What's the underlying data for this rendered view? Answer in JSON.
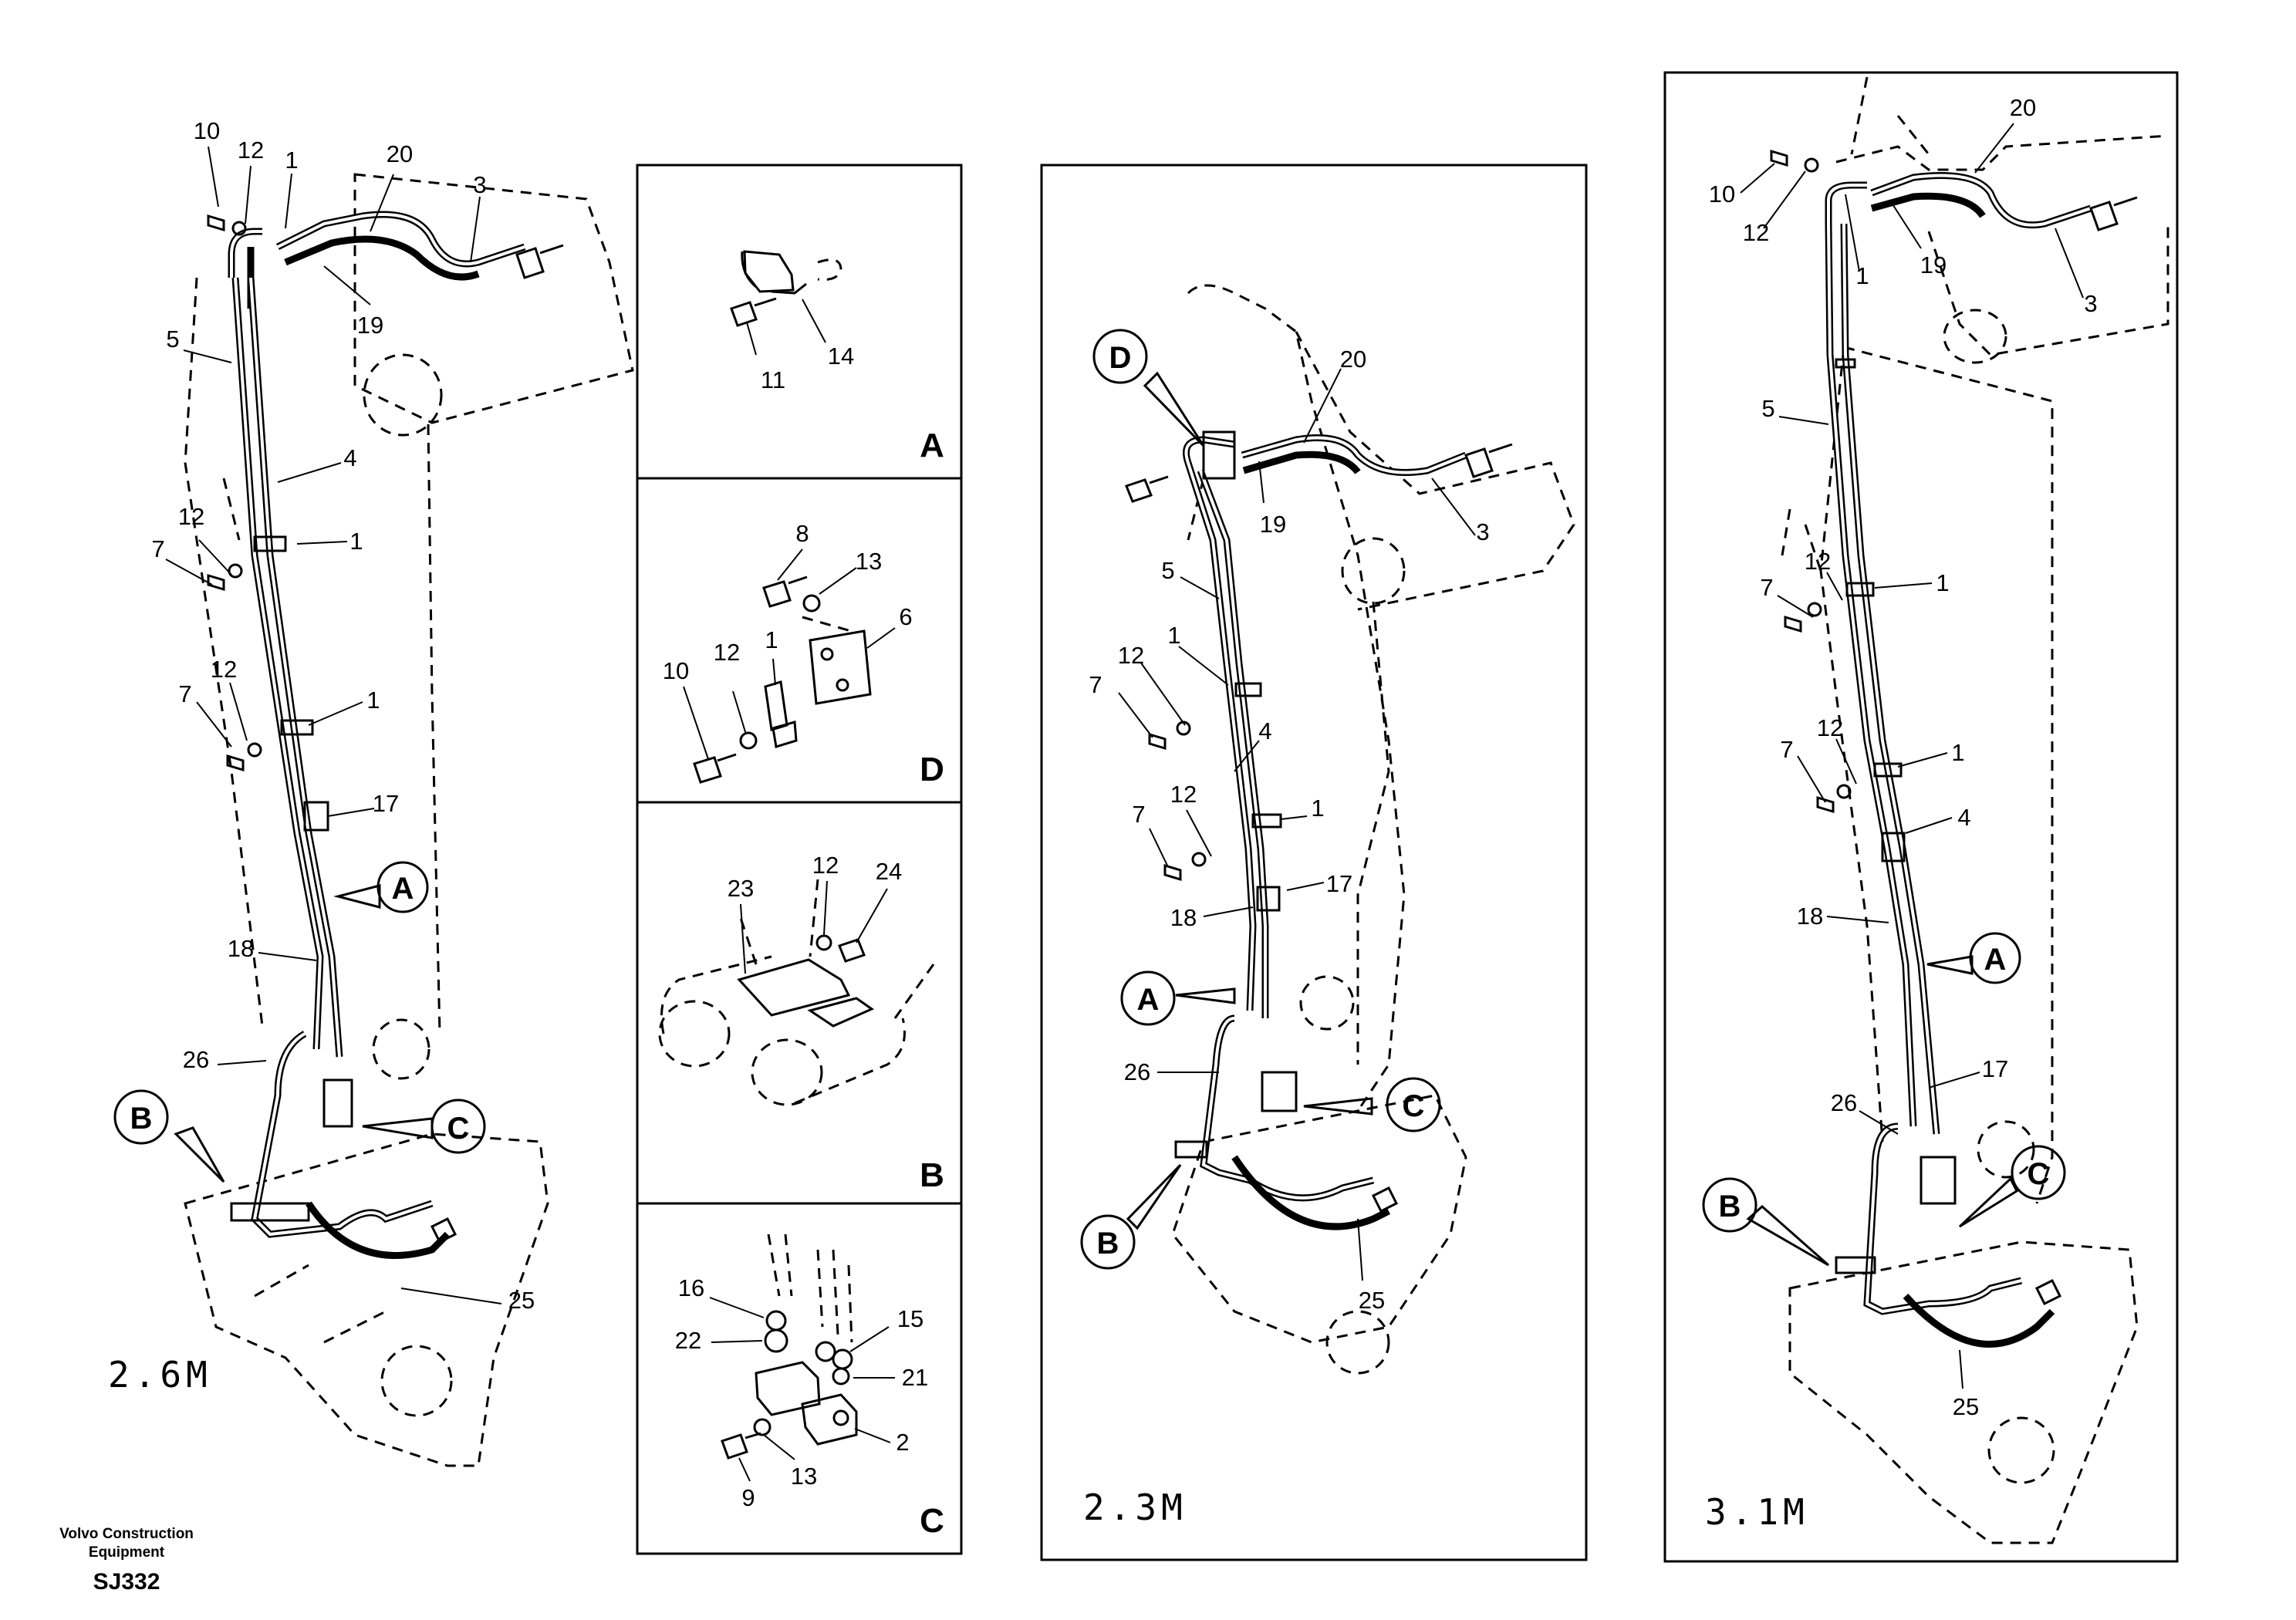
{
  "views": {
    "v26": {
      "model": "2.6M",
      "callouts": {
        "A": "A",
        "B": "B",
        "C": "C"
      },
      "parts": [
        "10",
        "12",
        "1",
        "20",
        "3",
        "19",
        "5",
        "4",
        "12",
        "7",
        "1",
        "12",
        "7",
        "1",
        "17",
        "18",
        "26",
        "25"
      ]
    },
    "v23": {
      "model": "2.3M",
      "callouts": {
        "D": "D",
        "A": "A",
        "B": "B",
        "C": "C"
      },
      "parts": [
        "20",
        "19",
        "3",
        "5",
        "1",
        "12",
        "7",
        "4",
        "12",
        "7",
        "1",
        "17",
        "18",
        "26",
        "25"
      ]
    },
    "v31": {
      "model": "3.1M",
      "callouts": {
        "A": "A",
        "B": "B",
        "C": "C"
      },
      "parts": [
        "20",
        "10",
        "12",
        "1",
        "19",
        "3",
        "5",
        "12",
        "7",
        "1",
        "12",
        "7",
        "1",
        "4",
        "18",
        "17",
        "26",
        "25"
      ]
    }
  },
  "details": {
    "A": {
      "label": "A",
      "parts": [
        "11",
        "14"
      ]
    },
    "D": {
      "label": "D",
      "parts": [
        "8",
        "13",
        "6",
        "1",
        "12",
        "10"
      ]
    },
    "B": {
      "label": "B",
      "parts": [
        "12",
        "24",
        "23"
      ]
    },
    "C": {
      "label": "C",
      "parts": [
        "16",
        "15",
        "22",
        "21",
        "2",
        "9",
        "13"
      ]
    }
  },
  "footer": {
    "brand_line1": "Volvo Construction",
    "brand_line2": "Equipment",
    "code": "SJ332"
  }
}
